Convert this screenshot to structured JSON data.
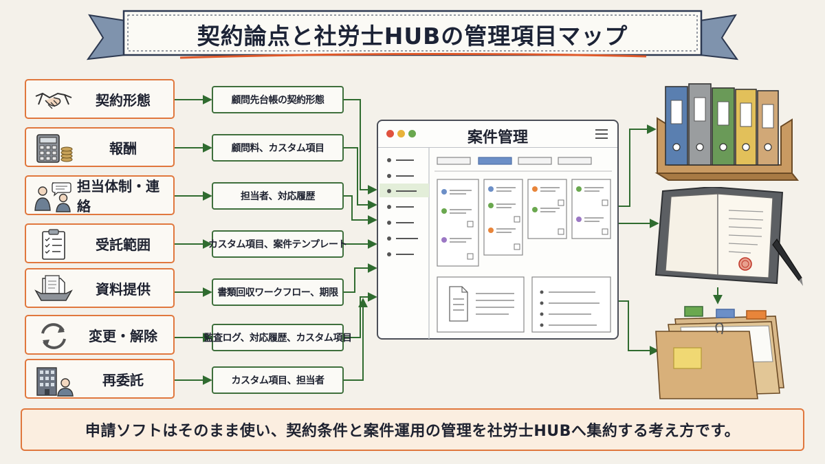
{
  "title": "契約論点と社労士HUBの管理項目マップ",
  "categories": [
    {
      "label": "契約形態",
      "icon": "handshake-icon"
    },
    {
      "label": "報酬",
      "icon": "calculator-coins-icon"
    },
    {
      "label": "担当体制・連絡",
      "icon": "people-chat-icon"
    },
    {
      "label": "受託範囲",
      "icon": "clipboard-checklist-icon"
    },
    {
      "label": "資料提供",
      "icon": "document-tray-icon"
    },
    {
      "label": "変更・解除",
      "icon": "cycle-arrows-icon"
    },
    {
      "label": "再委託",
      "icon": "building-person-icon"
    }
  ],
  "items": [
    {
      "label": "顧問先台帳の契約形態"
    },
    {
      "label": "顧問料、カスタム項目"
    },
    {
      "label": "担当者、対応履歴"
    },
    {
      "label": "カスタム項目、案件テンプレート"
    },
    {
      "label": "書類回収ワークフロー、期限"
    },
    {
      "label": "監査ログ、対応履歴、カスタム項目"
    },
    {
      "label": "カスタム項目、担当者"
    }
  ],
  "window": {
    "title": "案件管理"
  },
  "right_icons": [
    "binders-rack-icon",
    "open-contract-book-icon",
    "file-folders-icon"
  ],
  "footer": "申請ソフトはそのまま使い、契約条件と案件運用の管理を社労士HUBへ集約する考え方です。",
  "colors": {
    "category_border": "#e0773d",
    "item_border": "#3e6f3c",
    "arrow": "#2f6b2f",
    "banner_underline": "#e05a2b"
  }
}
